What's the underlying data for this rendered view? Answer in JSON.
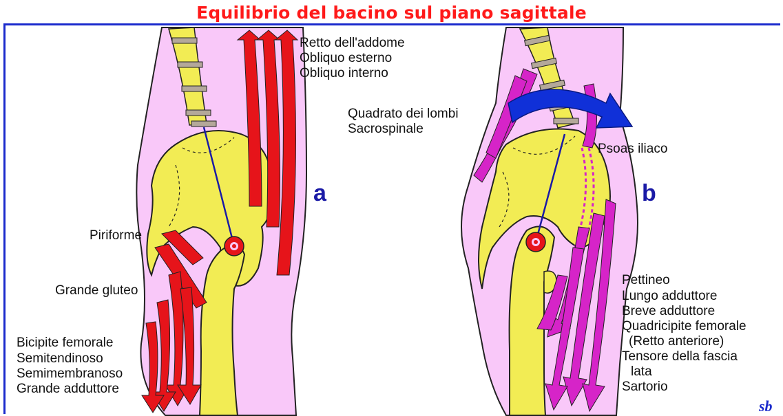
{
  "title": "Equilibrio del bacino sul piano sagittale",
  "colors": {
    "skin": "#f9c8f9",
    "bone": "#f2ec54",
    "muscle_a": "#e6141a",
    "muscle_b": "#d624c8",
    "vertebra_disc": "#b4a89a",
    "axis_line": "#1a1aa6",
    "rotation_arrow": "#1030d8",
    "joint": "#e6141a"
  },
  "panel_a": {
    "letter": "a",
    "labels": {
      "addome_1": "Retto dell'addome",
      "addome_2": "Obliquo esterno",
      "addome_3": "Obliquo interno",
      "piriforme": "Piriforme",
      "gluteo": "Grande gluteo",
      "post_1": "Bicipite femorale",
      "post_2": "Semitendinoso",
      "post_3": "Semimembranoso",
      "post_4": "Grande adduttore"
    }
  },
  "panel_b": {
    "letter": "b",
    "labels": {
      "lombi_1": "Quadrato dei lombi",
      "lombi_2": "Sacrospinale",
      "psoas": "Psoas iliaco",
      "ant_1": "Pettineo",
      "ant_2": "Lungo adduttore",
      "ant_3": "Breve adduttore",
      "ant_4": "Quadricipite femorale",
      "ant_5": "(Retto anteriore)",
      "ant_6": "Tensore della fascia",
      "ant_7": "lata",
      "ant_8": "Sartorio"
    }
  },
  "signature": "sb",
  "icons": [
    "rotation-arrow-icon",
    "hip-joint-icon"
  ]
}
